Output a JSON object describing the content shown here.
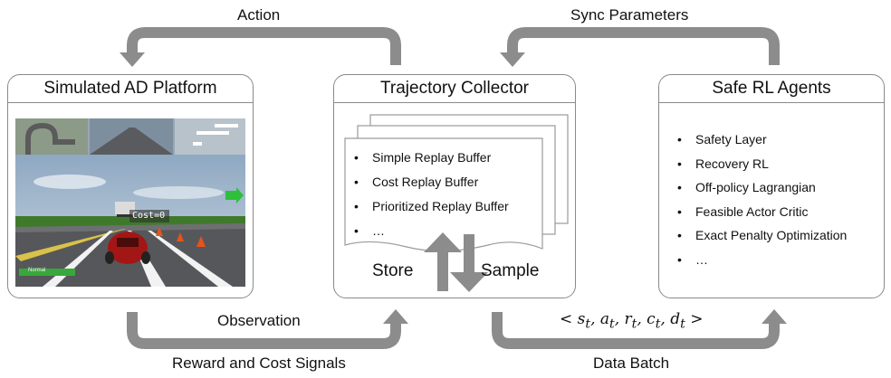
{
  "arrows": {
    "action_label": "Action",
    "sync_label": "Sync Parameters",
    "observation_label": "Observation",
    "reward_label": "Reward and Cost Signals",
    "data_batch_label": "Data Batch",
    "tuple_label": "< s_t, a_t, r_t, c_t, d_t >"
  },
  "platform": {
    "title": "Simulated AD Platform",
    "hud_cost": "Cost=0",
    "hud_status": "Normal"
  },
  "collector": {
    "title": "Trajectory Collector",
    "buffers": [
      "Simple Replay Buffer",
      "Cost Replay Buffer",
      "Prioritized Replay Buffer",
      "…"
    ],
    "store_label": "Store",
    "sample_label": "Sample"
  },
  "agents": {
    "title": "Safe RL Agents",
    "items": [
      "Safety Layer",
      "Recovery RL",
      "Off-policy Lagrangian",
      "Feasible Actor Critic",
      "Exact Penalty Optimization",
      "…"
    ]
  },
  "colors": {
    "arrow": "#8c8c8c",
    "border": "#8a8a8a",
    "sky": "#9fb6cc",
    "road": "#56575a",
    "grass": "#3f7a2c",
    "car": "#a31616"
  }
}
